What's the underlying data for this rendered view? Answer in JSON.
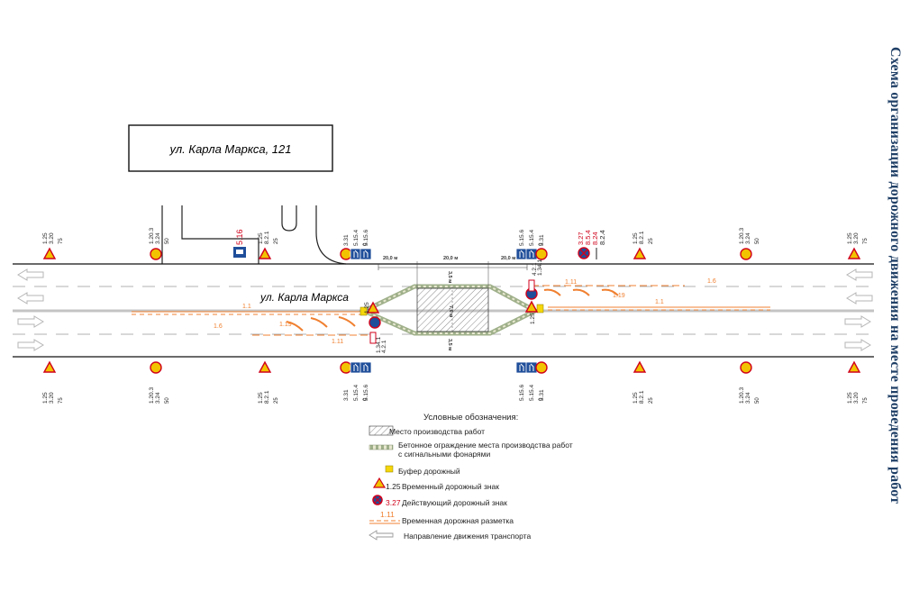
{
  "title": "Схема организации дорожного движения на месте проведения работ",
  "building": {
    "label": "ул. Карла Маркса, 121"
  },
  "street": {
    "label": "ул. Карла Маркса"
  },
  "dimensions": {
    "left_20": "20,0 м",
    "mid_20": "20,0 м",
    "right_20": "20,0 м",
    "top_35": "3,5 м",
    "bottom_35": "3,5 м",
    "mid_76": "7,6 м"
  },
  "markings": {
    "m1_1": "1.1",
    "m1_6": "1.6",
    "m1_19": "1.19",
    "m1_11": "1.11"
  },
  "signs_top": [
    {
      "codes": [
        "1.25",
        "3.20"
      ],
      "dist": "75"
    },
    {
      "codes": [
        "1.20.3",
        "3.24"
      ],
      "dist": "50"
    },
    {
      "codes": [
        "1.25",
        "8.2.1"
      ],
      "dist": "25"
    },
    {
      "codes": [
        "5.16"
      ],
      "dist": ""
    },
    {
      "codes": [
        "3.31",
        "5.15.4",
        "5.15.6"
      ],
      "dist": "0"
    },
    {
      "codes": [
        "5.15.6",
        "5.15.4",
        "3.31"
      ],
      "dist": "0"
    },
    {
      "codes": [
        "3.27",
        "8.5.4",
        "8.24",
        "8.2.4"
      ],
      "dist": ""
    },
    {
      "codes": [
        "1.25",
        "8.2.1"
      ],
      "dist": "25"
    },
    {
      "codes": [
        "1.20.3",
        "3.24"
      ],
      "dist": "50"
    },
    {
      "codes": [
        "1.25",
        "3.20"
      ],
      "dist": "75"
    }
  ],
  "signs_bottom": [
    {
      "codes": [
        "1.25",
        "3.20"
      ],
      "dist": "75"
    },
    {
      "codes": [
        "1.20.3",
        "3.24"
      ],
      "dist": "50"
    },
    {
      "codes": [
        "1.25",
        "8.2.1"
      ],
      "dist": "25"
    },
    {
      "codes": [
        "3.31",
        "5.15.4",
        "5.15.6"
      ],
      "dist": "0"
    },
    {
      "codes": [
        "5.15.6",
        "5.15.4",
        "3.31"
      ],
      "dist": "0"
    },
    {
      "codes": [
        "1.25",
        "8.2.1"
      ],
      "dist": "25"
    },
    {
      "codes": [
        "1.20.3",
        "3.24"
      ],
      "dist": "50"
    },
    {
      "codes": [
        "1.25",
        "3.20"
      ],
      "dist": "75"
    }
  ],
  "site_signs": {
    "left_a": "1.25",
    "left_b": "4.2.1",
    "left_c": "1.34.1",
    "right_a": "4.2.1",
    "right_b": "1.34.1",
    "right_c": "1.25"
  },
  "legend": {
    "title": "Условные обозначения:",
    "items": [
      {
        "label": "Место производства работ"
      },
      {
        "label": "Бетонное ограждение места производства работ",
        "label2": "с сигнальными фонарями"
      },
      {
        "label": "Буфер дорожный"
      },
      {
        "code": "1.25",
        "label": "Временный дорожный знак"
      },
      {
        "code": "3.27",
        "label": "Действующий дорожный знак"
      },
      {
        "code": "1.11",
        "label": "Временная дорожная разметка"
      },
      {
        "label": "Направление движения транспорта"
      }
    ]
  },
  "colors": {
    "temp_mark": "#f08030",
    "sign_blue": "#1f4e9a",
    "sign_yellow": "#f2c300",
    "sign_red": "#d0021b",
    "title": "#1f3f66"
  }
}
